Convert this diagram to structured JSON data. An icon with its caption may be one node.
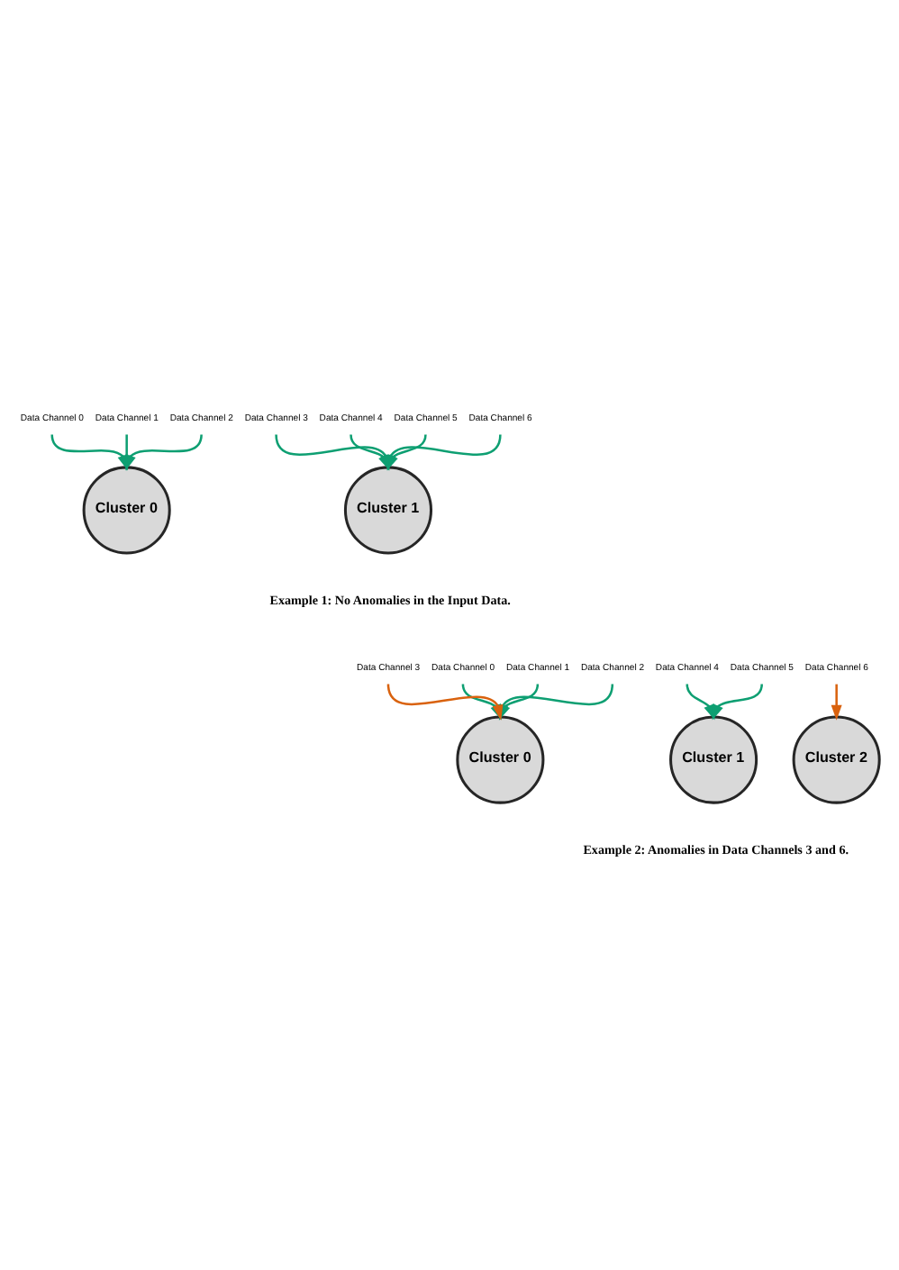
{
  "diagram": {
    "nodes": [
      {
        "text": [
          "Data Channel 0"
        ]
      },
      {
        "text": [
          "Data Channel 1"
        ]
      },
      {
        "text": [
          "Data Channel 2"
        ]
      },
      {
        "text": [
          "Data Channel 3"
        ]
      },
      {
        "text": [
          "Data Channel 4"
        ]
      },
      {
        "text": [
          "Data Channel 5"
        ]
      },
      {
        "text": [
          "Data Channel 6"
        ]
      },
      {
        "text": [
          "Cluster 0"
        ]
      },
      {
        "text": [
          "Cluster 1"
        ]
      },
      {
        "text": [
          "Data Channel 0"
        ]
      },
      {
        "text": [
          "Data Channel 1"
        ]
      },
      {
        "text": [
          "Data Channel 2"
        ]
      },
      {
        "text": [
          "Data Channel 3"
        ]
      },
      {
        "text": [
          "Data Channel 4"
        ]
      },
      {
        "text": [
          "Data Channel 5"
        ]
      },
      {
        "text": [
          "Data Channel 6"
        ]
      },
      {
        "text": [
          "Cluster 0"
        ]
      },
      {
        "text": [
          "Cluster 1"
        ]
      },
      {
        "text": [
          "Cluster 2"
        ]
      }
    ],
    "edges": [
      {
        "from": 0,
        "to": 7,
        "arrow": "to"
      },
      {
        "from": 1,
        "to": 7,
        "arrow": "to"
      },
      {
        "from": 2,
        "to": 7,
        "arrow": "to"
      },
      {
        "from": 3,
        "to": 8,
        "arrow": "to"
      },
      {
        "from": 4,
        "to": 8,
        "arrow": "to"
      },
      {
        "from": 5,
        "to": 8,
        "arrow": "to"
      },
      {
        "from": 6,
        "to": 8,
        "arrow": "to"
      },
      {
        "from": 9,
        "to": 16,
        "arrow": "to"
      },
      {
        "from": 10,
        "to": 16,
        "arrow": "to"
      },
      {
        "from": 11,
        "to": 16,
        "arrow": "to"
      },
      {
        "from": 12,
        "to": 16,
        "arrow": "to",
        "color": "#d9620e"
      },
      {
        "from": 13,
        "to": 17,
        "arrow": "to"
      },
      {
        "from": 14,
        "to": 17,
        "arrow": "to"
      },
      {
        "from": 15,
        "to": 18,
        "arrow": "to",
        "color": "#d9620e"
      }
    ],
    "labels": [
      "Example 1: No Anomalies in the Input Data.",
      "Example 2: Anomalies in Data Channels 3 and 6."
    ]
  }
}
